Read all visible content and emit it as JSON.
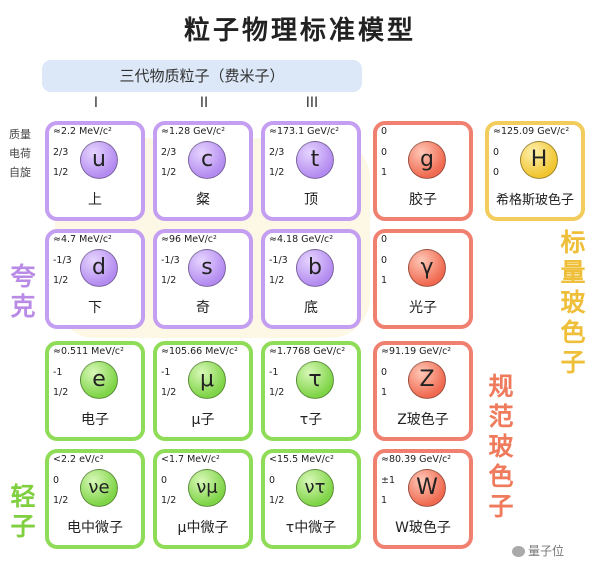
{
  "title": "粒子物理标准模型",
  "generation_banner": "三代物质粒子（费米子）",
  "generations": [
    "I",
    "II",
    "III"
  ],
  "row_labels": [
    "质量",
    "电荷",
    "自旋"
  ],
  "group_labels": {
    "quarks": "夸克",
    "leptons": "轻子",
    "gauge_bosons": "规范玻色子",
    "scalar_bosons": "标量玻色子"
  },
  "colors": {
    "quark": "#c49ef0",
    "lepton": "#8fdc58",
    "gauge": "#f08070",
    "scalar": "#f2cc5c"
  },
  "particles": {
    "up": {
      "mass": "≈2.2 MeV/c²",
      "charge": "2/3",
      "spin": "1/2",
      "symbol": "u",
      "name": "上"
    },
    "charm": {
      "mass": "≈1.28 GeV/c²",
      "charge": "2/3",
      "spin": "1/2",
      "symbol": "c",
      "name": "粲"
    },
    "top": {
      "mass": "≈173.1 GeV/c²",
      "charge": "2/3",
      "spin": "1/2",
      "symbol": "t",
      "name": "顶"
    },
    "gluon": {
      "mass": "0",
      "charge": "0",
      "spin": "1",
      "symbol": "g",
      "name": "胶子"
    },
    "higgs": {
      "mass": "≈125.09 GeV/c²",
      "charge": "0",
      "spin": "0",
      "symbol": "H",
      "name": "希格斯玻色子"
    },
    "down": {
      "mass": "≈4.7 MeV/c²",
      "charge": "-1/3",
      "spin": "1/2",
      "symbol": "d",
      "name": "下"
    },
    "strange": {
      "mass": "≈96 MeV/c²",
      "charge": "-1/3",
      "spin": "1/2",
      "symbol": "s",
      "name": "奇"
    },
    "bottom": {
      "mass": "≈4.18 GeV/c²",
      "charge": "-1/3",
      "spin": "1/2",
      "symbol": "b",
      "name": "底"
    },
    "photon": {
      "mass": "0",
      "charge": "0",
      "spin": "1",
      "symbol": "γ",
      "name": "光子"
    },
    "electron": {
      "mass": "≈0.511 MeV/c²",
      "charge": "-1",
      "spin": "1/2",
      "symbol": "e",
      "name": "电子"
    },
    "muon": {
      "mass": "≈105.66 MeV/c²",
      "charge": "-1",
      "spin": "1/2",
      "symbol": "μ",
      "name": "μ子"
    },
    "tau": {
      "mass": "≈1.7768 GeV/c²",
      "charge": "-1",
      "spin": "1/2",
      "symbol": "τ",
      "name": "τ子"
    },
    "z": {
      "mass": "≈91.19 GeV/c²",
      "charge": "0",
      "spin": "1",
      "symbol": "Z",
      "name": "Z玻色子"
    },
    "nu_e": {
      "mass": "<2.2 eV/c²",
      "charge": "0",
      "spin": "1/2",
      "symbol": "νe",
      "name": "电中微子"
    },
    "nu_mu": {
      "mass": "<1.7 MeV/c²",
      "charge": "0",
      "spin": "1/2",
      "symbol": "νμ",
      "name": "μ中微子"
    },
    "nu_tau": {
      "mass": "<15.5 MeV/c²",
      "charge": "0",
      "spin": "1/2",
      "symbol": "ντ",
      "name": "τ中微子"
    },
    "w": {
      "mass": "≈80.39 GeV/c²",
      "charge": "±1",
      "spin": "1",
      "symbol": "W",
      "name": "W玻色子"
    }
  },
  "watermark": "量子位"
}
